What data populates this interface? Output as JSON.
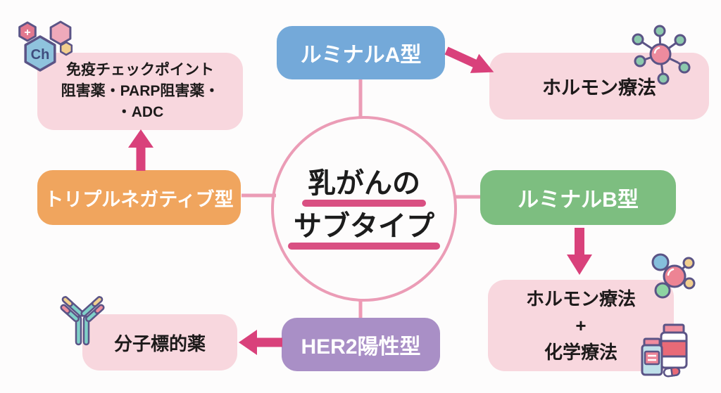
{
  "center": {
    "line1": "乳がんの",
    "line2": "サブタイプ"
  },
  "subtypes": {
    "luminal_a": "ルミナルA型",
    "luminal_b": "ルミナルB型",
    "triple_negative": "トリプルネガティブ型",
    "her2_positive": "HER2陽性型"
  },
  "treatments": {
    "hormone": "ホルモン療法",
    "hormone_chemo": {
      "line1": "ホルモン療法",
      "line2": "+",
      "line3": "化学療法"
    },
    "immune_parp_adc": {
      "line1": "免疫チェックポイント",
      "line2": "阻害薬・PARP阻害薬・",
      "line3": "・ADC"
    },
    "molecular_targeted": "分子標的薬"
  },
  "icons": {
    "chemistry": {
      "hexagon_label": "Ch",
      "plus_label": "+"
    }
  },
  "colors": {
    "luminal_a": "#74a9d9",
    "luminal_b": "#7dbe80",
    "triple_negative": "#f0a55e",
    "her2_positive": "#a98fc6",
    "treatment_box": "#f8d7de",
    "arrow": "#d9417b",
    "connector": "#eb9cb6",
    "underline": "#d94f82"
  }
}
